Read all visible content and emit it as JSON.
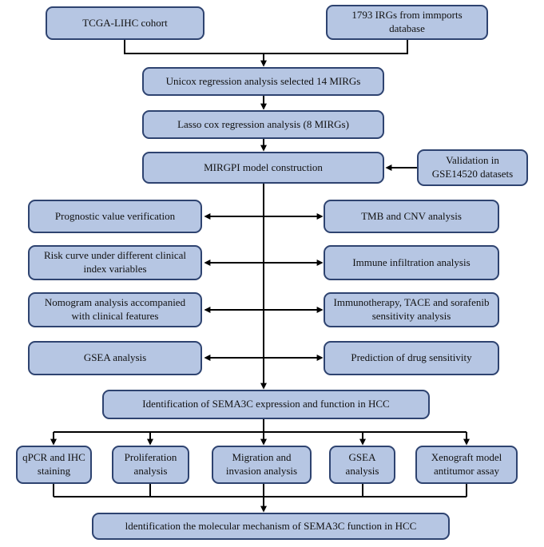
{
  "colors": {
    "node_fill": "#b6c6e3",
    "node_border": "#2e4370",
    "connector": "#000000",
    "text": "#111111"
  },
  "nodes": {
    "tcga": {
      "label": "TCGA-LIHC cohort"
    },
    "irgs": {
      "label": "1793 IRGs from immports database"
    },
    "unicox": {
      "label": "Unicox regression analysis selected 14 MIRGs"
    },
    "lasso": {
      "label": "Lasso cox regression analysis (8 MIRGs)"
    },
    "mirgpi": {
      "label": "MIRGPI model construction"
    },
    "validation": {
      "label": "Validation in GSE14520 datasets"
    },
    "prognostic": {
      "label": "Prognostic value verification"
    },
    "tmb": {
      "label": "TMB and CNV analysis"
    },
    "risk": {
      "label": "Risk curve under different clinical index variables"
    },
    "immune": {
      "label": "Immune infiltration analysis"
    },
    "nomogram": {
      "label": "Nomogram analysis accompanied with clinical features"
    },
    "immunotherapy": {
      "label": "Immunotherapy, TACE and sorafenib sensitivity analysis"
    },
    "gsea1": {
      "label": "GSEA analysis"
    },
    "drug": {
      "label": "Prediction of drug sensitivity"
    },
    "sema3c": {
      "label": "Identification of SEMA3C expression and function in HCC"
    },
    "qpcr": {
      "label": "qPCR and IHC staining"
    },
    "proliferation": {
      "label": "Proliferation analysis"
    },
    "migration": {
      "label": "Migration and invasion analysis"
    },
    "gsea2": {
      "label": "GSEA analysis"
    },
    "xenograft": {
      "label": "Xenograft model antitumor assay"
    },
    "mechanism": {
      "label": "ldentification the molecular mechanism of SEMA3C function in HCC"
    }
  }
}
